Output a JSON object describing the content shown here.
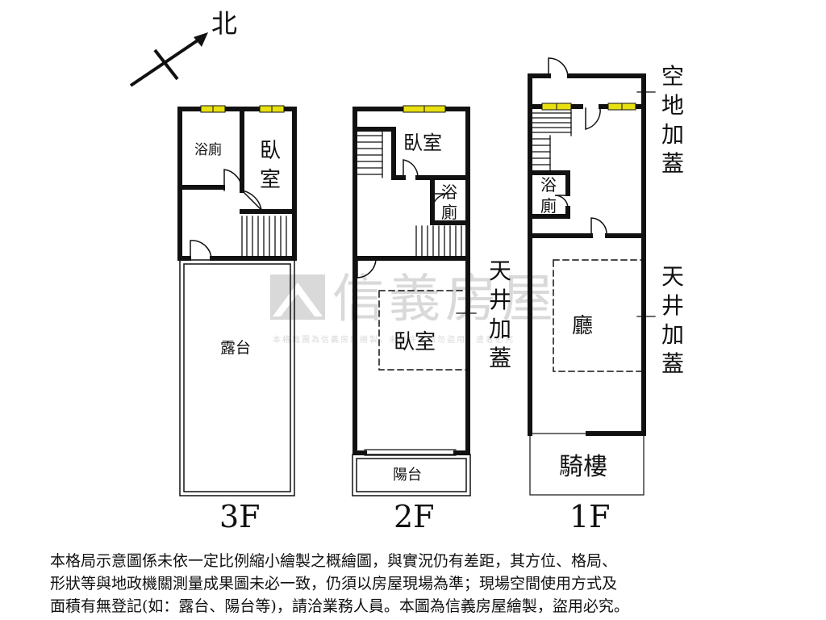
{
  "compass": {
    "north_label": "北"
  },
  "watermark": {
    "brand": "信義房屋",
    "small_text": "本格局圖為信義房屋繪製，未經許可請勿盜用，違者必究"
  },
  "floors": {
    "f3": {
      "label": "3F",
      "rooms": {
        "bath": "浴廁",
        "bedroom_line1": "臥",
        "bedroom_line2": "室",
        "terrace": "露台"
      }
    },
    "f2": {
      "label": "2F",
      "rooms": {
        "bedroom_top": "臥室",
        "bath_line1": "浴",
        "bath_line2": "廁",
        "bedroom_main": "臥室",
        "balcony": "陽台"
      },
      "side_note": [
        "天",
        "井",
        "加",
        "蓋"
      ]
    },
    "f1": {
      "label": "1F",
      "rooms": {
        "bath_line1": "浴",
        "bath_line2": "廁",
        "living": "廳",
        "arcade": "騎樓"
      },
      "side_note_top": [
        "空",
        "地",
        "加",
        "蓋"
      ],
      "side_note_right": [
        "天",
        "井",
        "加",
        "蓋"
      ]
    }
  },
  "disclaimer": {
    "line1": "本格局示意圖係未依一定比例縮小繪製之概繪圖，與實況仍有差距，其方位、格局、",
    "line2": "形狀等與地政機關測量成果圖未必一致，仍須以房屋現場為準；現場空間使用方式及",
    "line3": "面積有無登記(如：露台、陽台等)，請洽業務人員。本圖為信義房屋繪製，盜用必究。"
  },
  "colors": {
    "wall": "#111111",
    "window": "#e8e010",
    "watermark": "#d9d9d9"
  }
}
